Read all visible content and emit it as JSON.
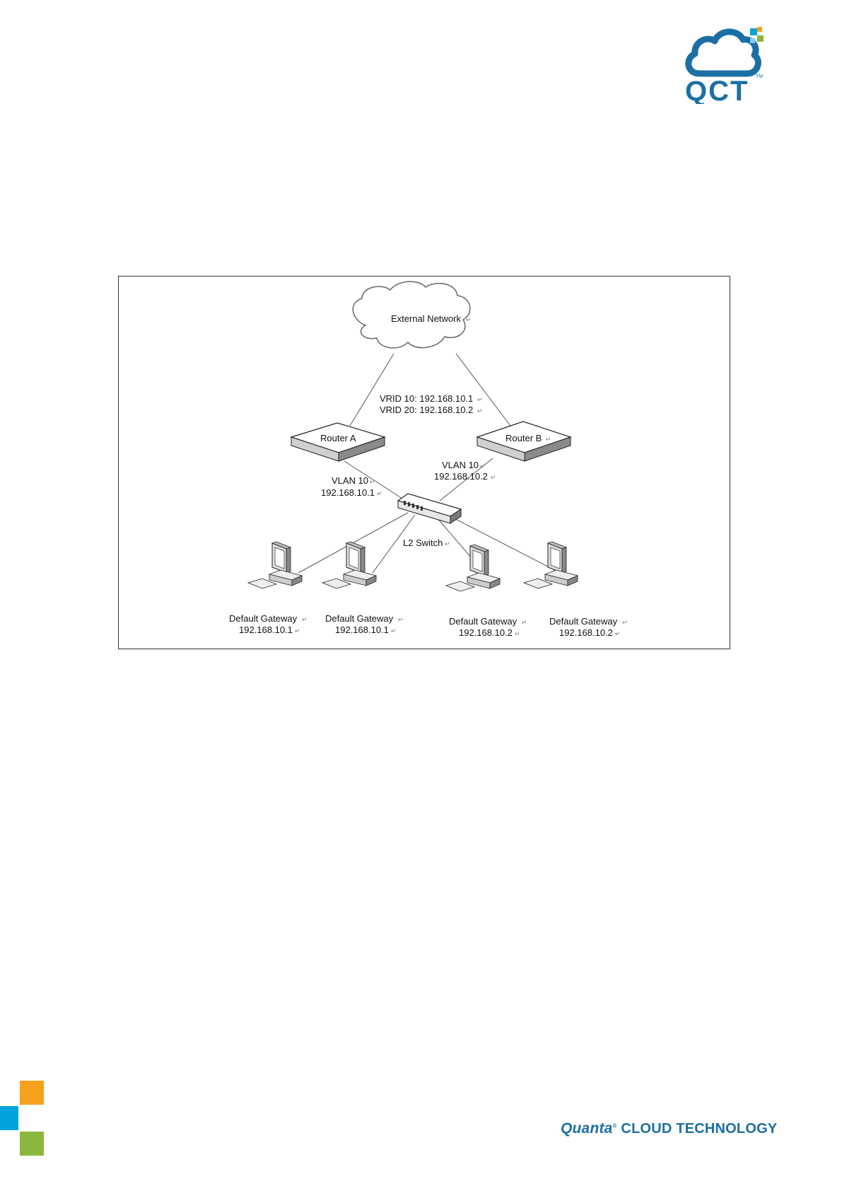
{
  "header": {
    "logo": {
      "text": "QCT",
      "trademark": "TM",
      "colors": {
        "cloud": "#1c6fa5",
        "square_blue": "#00a3e0",
        "square_green": "#8db63c",
        "square_orange": "#f6a21c"
      }
    }
  },
  "diagram": {
    "cloud_label": "External Network",
    "vrid_lines": [
      "VRID 10: 192.168.10.1",
      "VRID 20: 192.168.10.2"
    ],
    "routers": [
      {
        "label": "Router A",
        "vlan": "VLAN 10",
        "ip": "192.168.10.1"
      },
      {
        "label": "Router B",
        "vlan": "VLAN 10",
        "ip": "192.168.10.2"
      }
    ],
    "switch_label": "L2 Switch",
    "hosts": [
      {
        "label": "Default Gateway",
        "ip": "192.168.10.1"
      },
      {
        "label": "Default Gateway",
        "ip": "192.168.10.1"
      },
      {
        "label": "Default Gateway",
        "ip": "192.168.10.2"
      },
      {
        "label": "Default Gateway",
        "ip": "192.168.10.2"
      }
    ]
  },
  "footer": {
    "brand_italic": "Quanta",
    "brand_tm": "®",
    "brand_rest": "CLOUD TECHNOLOGY",
    "corner_colors": {
      "orange": "#f6a21c",
      "blue": "#00a3e0",
      "green": "#8db63c"
    }
  }
}
